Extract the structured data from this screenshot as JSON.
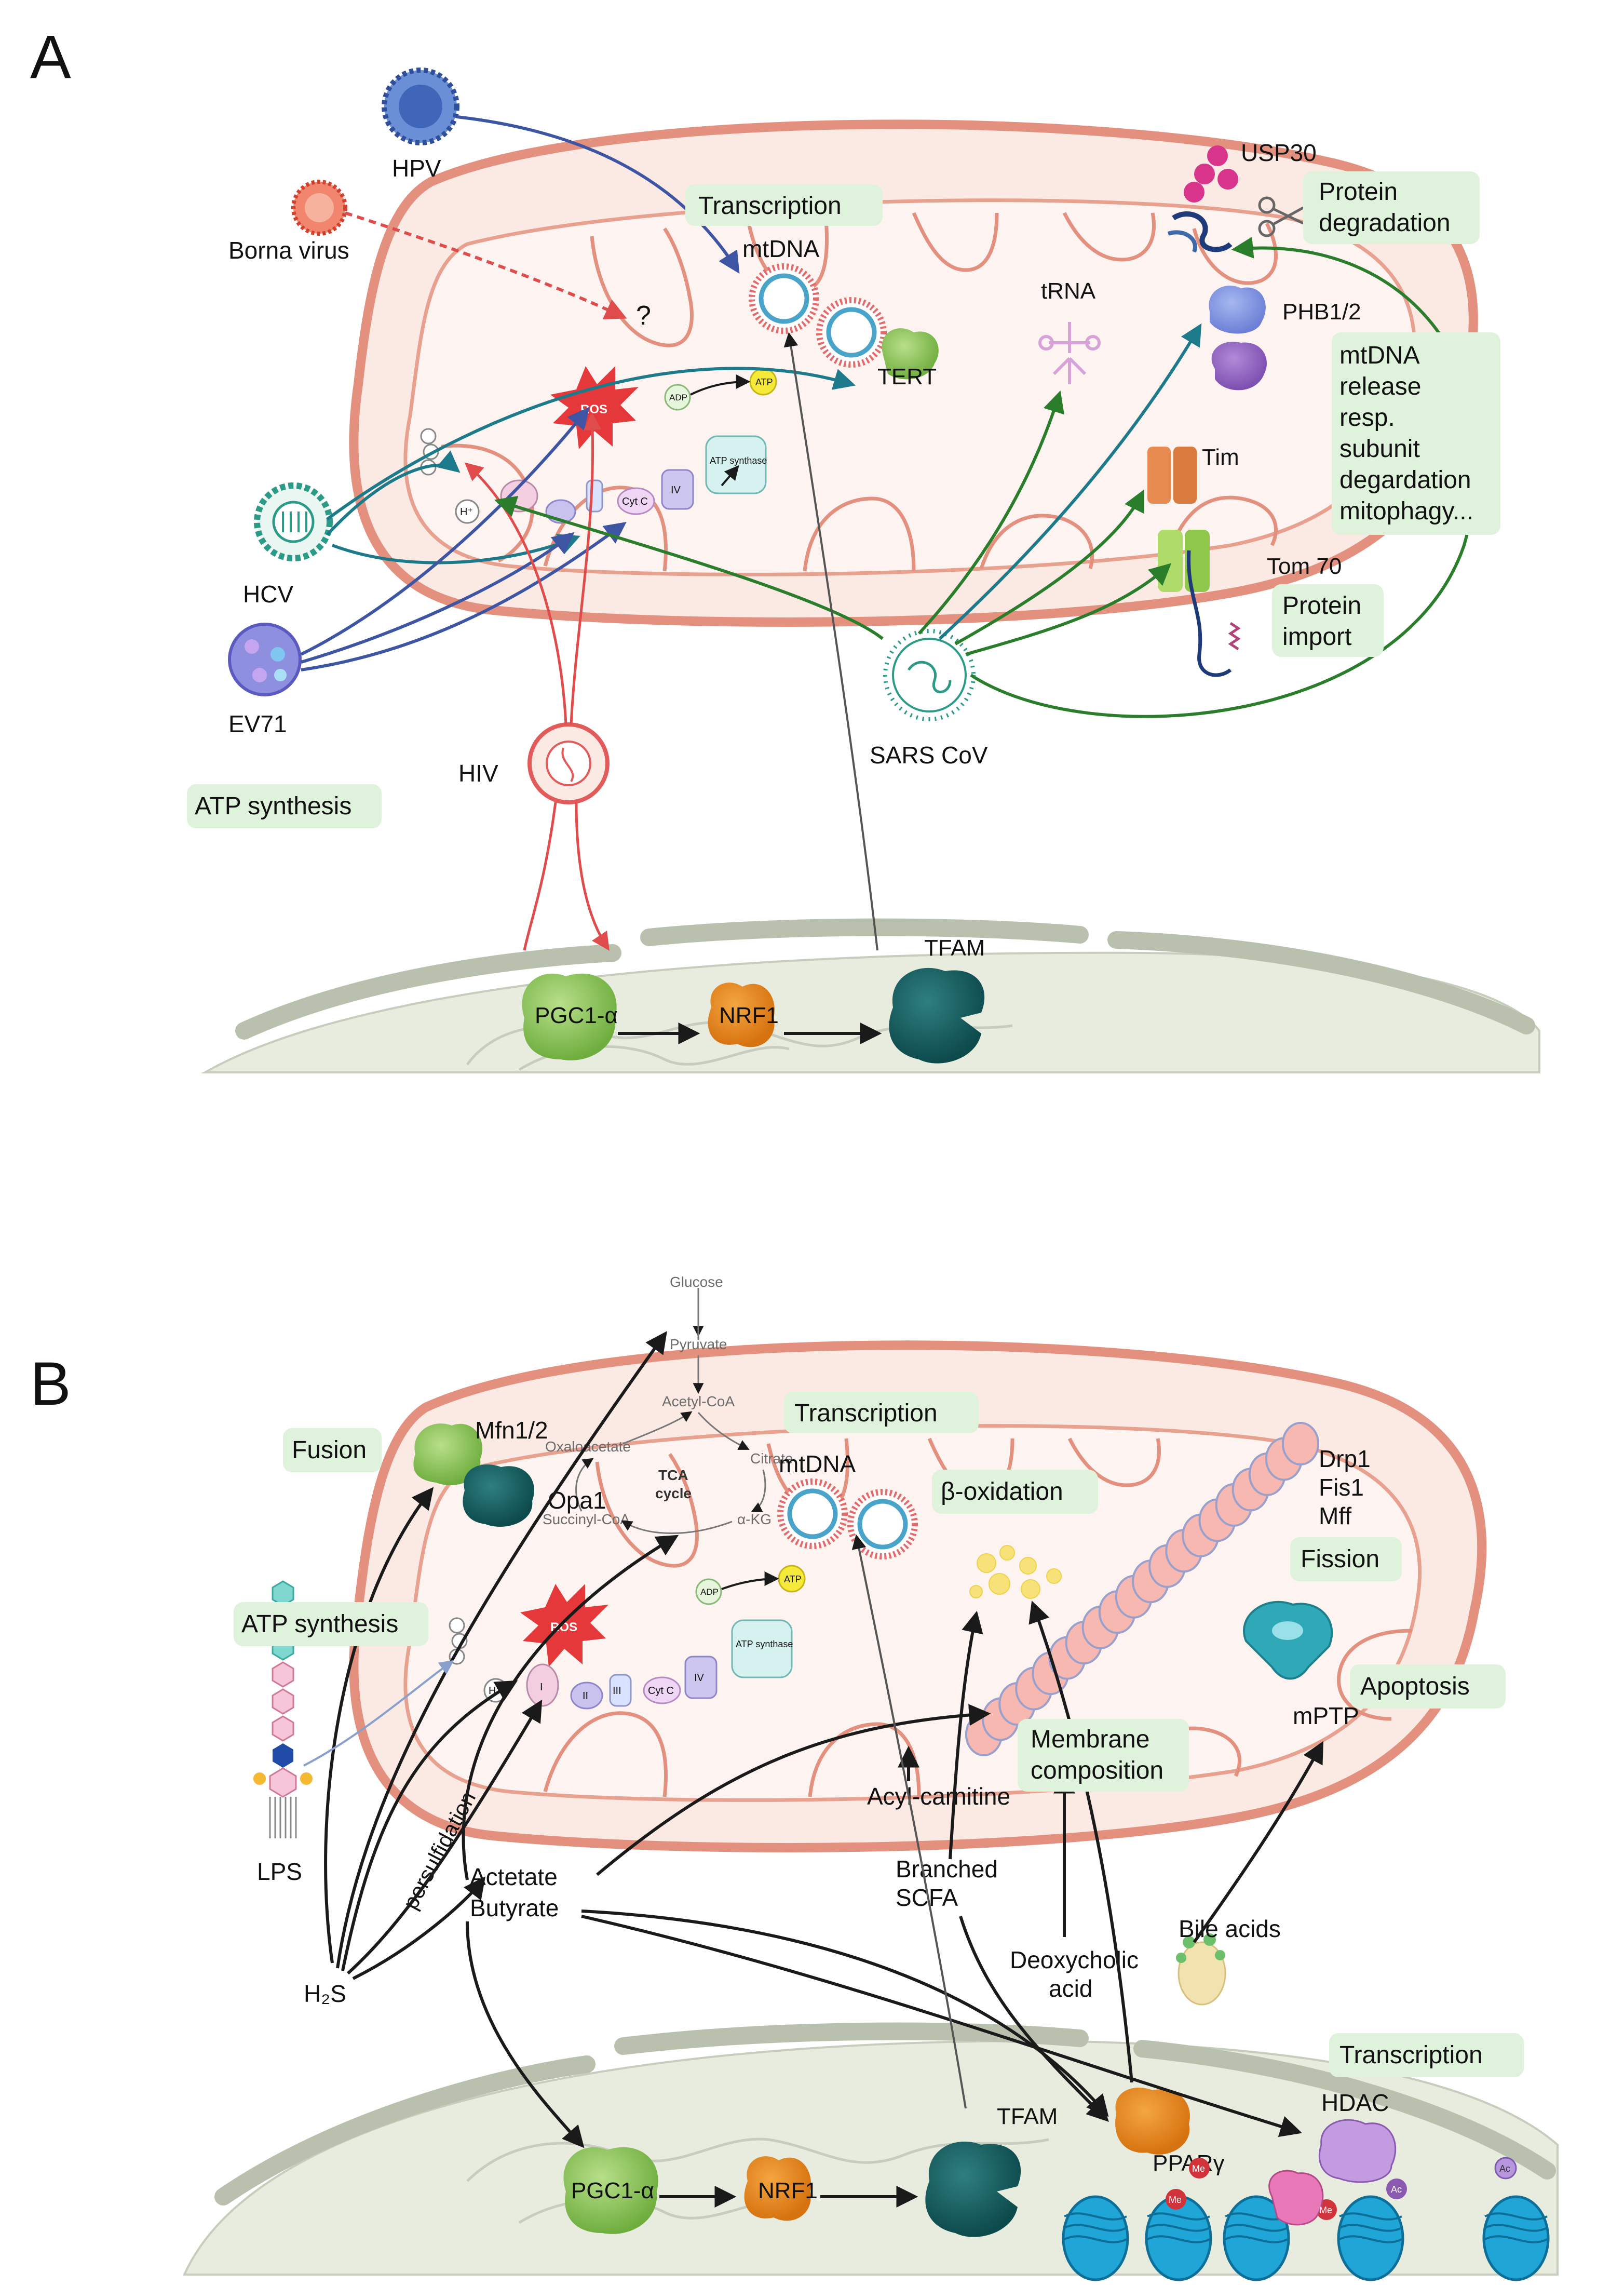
{
  "panels": {
    "a": {
      "letter": "A",
      "viruses": {
        "hpv": "HPV",
        "borna": "Borna virus",
        "hcv": "HCV",
        "ev71": "EV71",
        "hiv": "HIV",
        "sars": "SARS CoV"
      },
      "labels": {
        "mtdna": "mtDNA",
        "tert": "TERT",
        "trna": "tRNA",
        "usp30": "USP30",
        "phb": "PHB1/2",
        "tim": "Tim",
        "tom": "Tom 70",
        "question": "?",
        "ros": "ROS",
        "adp": "ADP",
        "atp": "ATP",
        "atp_synthase": "ATP synthase",
        "cytc": "Cyt C",
        "complex_iv": "IV",
        "hplus": "H⁺",
        "pgc1a": "PGC1-α",
        "nrf1": "NRF1",
        "tfam": "TFAM"
      },
      "tags": {
        "transcription": "Transcription",
        "protein_degradation_1": "Protein",
        "protein_degradation_2": "degradation",
        "phb_1": "mtDNA",
        "phb_2": "release",
        "phb_3": "resp.",
        "phb_4": "subunit",
        "phb_5": "degardation",
        "phb_6": "mitophagy...",
        "protein_import_1": "Protein",
        "protein_import_2": "import",
        "atp_synthesis": "ATP synthesis"
      }
    },
    "b": {
      "letter": "B",
      "labels": {
        "glucose": "Glucose",
        "pyruvate": "Pyruvate",
        "acetyl_coa": "Acetyl-CoA",
        "citrate": "Citrate",
        "oxaloacetate": "Oxaloacetate",
        "succinyl_coa": "Succinyl-CoA",
        "akg": "α-KG",
        "tca_1": "TCA",
        "tca_2": "cycle",
        "mfn": "Mfn1/2",
        "opa1": "Opa1",
        "mtdna": "mtDNA",
        "drp1": "Drp1",
        "fis1": "Fis1",
        "mff": "Mff",
        "mptp": "mPTP",
        "ros": "ROS",
        "adp": "ADP",
        "atp": "ATP",
        "atp_synthase": "ATP synthase",
        "cytc": "Cyt C",
        "c1": "I",
        "c2": "II",
        "c3": "III",
        "c4": "IV",
        "hplus": "H⁺",
        "lps": "LPS",
        "h2s": "H₂S",
        "persulfidation": "persulfidation",
        "acetate": "Actetate",
        "butyrate": "Butyrate",
        "acyl_carnitine": "Acyl-carnitine",
        "branched_1": "Branched",
        "branched_2": "SCFA",
        "deoxy_1": "Deoxycholic",
        "deoxy_2": "acid",
        "bile": "Bile acids",
        "pgc1a": "PGC1-α",
        "nrf1": "NRF1",
        "tfam": "TFAM",
        "ppar": "PPARγ",
        "hdac": "HDAC",
        "me": "Me",
        "ac": "Ac"
      },
      "tags": {
        "fusion": "Fusion",
        "transcription": "Transcription",
        "beta_oxidation": "β-oxidation",
        "fission": "Fission",
        "atp_synthesis": "ATP synthesis",
        "apoptosis": "Apoptosis",
        "membrane_1": "Membrane",
        "membrane_2": "composition",
        "transcription_nuc": "Transcription"
      }
    }
  },
  "colors": {
    "mito_outer": "#e3907f",
    "mito_fill": "#fbe9e4",
    "matrix_fill": "#fdf3f0",
    "tag_fill": "#dff2dc",
    "nucleus": "#e7ecdf",
    "nucleus_envelope": "#b9c1ae",
    "arrow_blue": "#3e55a4",
    "arrow_teal": "#1d7a8a",
    "arrow_green": "#2a7d2a",
    "arrow_red": "#e04b4b",
    "arrow_black": "#1a1a1a"
  }
}
